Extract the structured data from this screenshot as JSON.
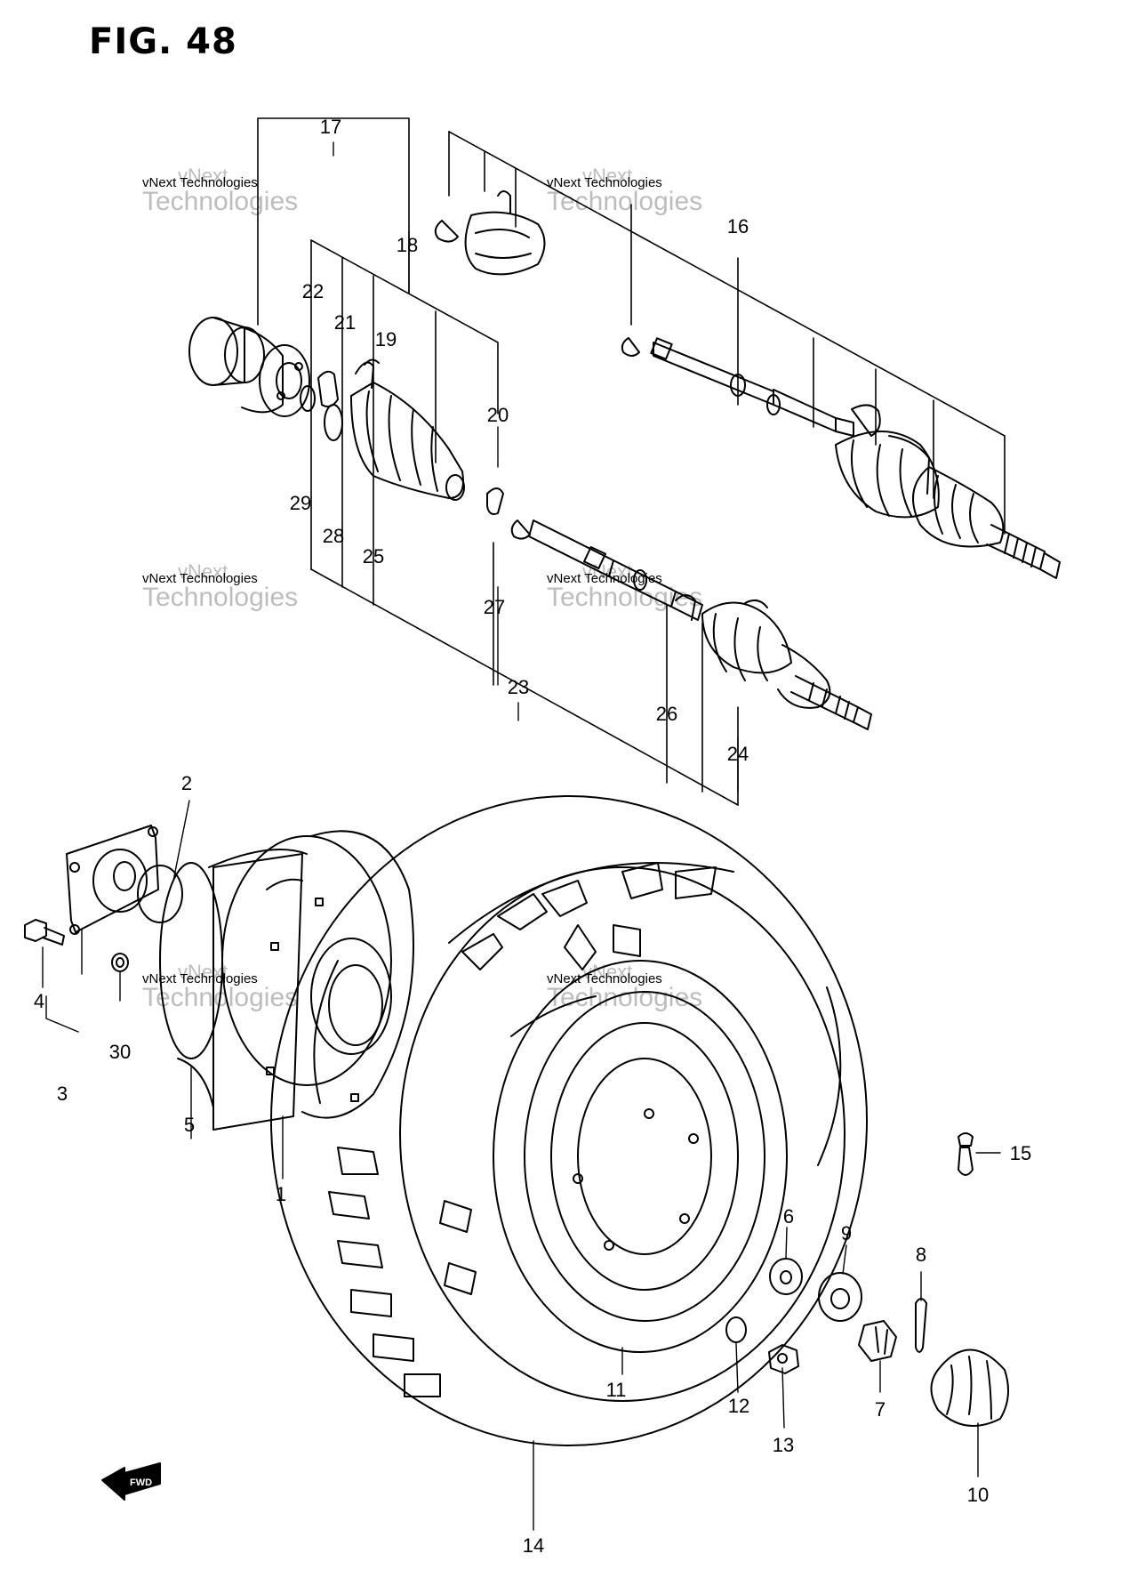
{
  "figure_title": "FIG. 48",
  "watermark": {
    "line1": "vNext",
    "line2": "vNext Technologies",
    "line3": "Technologies"
  },
  "callouts": [
    "1",
    "2",
    "3",
    "4",
    "5",
    "6",
    "7",
    "8",
    "9",
    "10",
    "11",
    "12",
    "13",
    "14",
    "15",
    "16",
    "17",
    "18",
    "19",
    "20",
    "21",
    "22",
    "23",
    "24",
    "25",
    "26",
    "27",
    "28",
    "29",
    "30"
  ],
  "fwd_label": "FWD"
}
